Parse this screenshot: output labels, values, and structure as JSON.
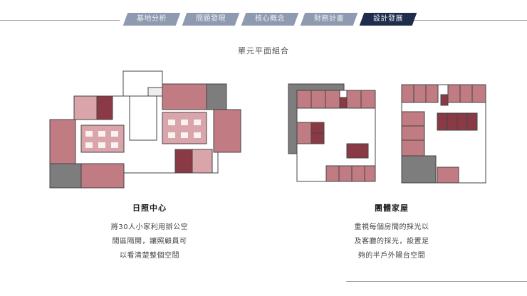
{
  "nav": {
    "tabs": [
      {
        "label": "基地分析",
        "active": false
      },
      {
        "label": "問題發現",
        "active": false
      },
      {
        "label": "核心概念",
        "active": false
      },
      {
        "label": "財務計畫",
        "active": false
      },
      {
        "label": "設計發展",
        "active": true
      }
    ]
  },
  "page": {
    "title": "單元平面組合"
  },
  "units": [
    {
      "name": "日照中心",
      "desc_lines": [
        "將30人小家利用辦公空",
        "間區隔開，讓照顧員可",
        "以看清楚整個空間"
      ]
    },
    {
      "name": "團體家屋",
      "desc_lines": [
        "重視每個房間的採光以",
        "及客廳的採光，設置足",
        "夠的半戶外陽台空間"
      ]
    }
  ],
  "colors": {
    "tab_inactive": "#8e9ab0",
    "tab_active": "#1f2d4d",
    "room_pink": "#c17b83",
    "room_light": "#d9a5aa",
    "room_dark": "#8a3a45",
    "balcony_gray": "#7d7d7d"
  }
}
